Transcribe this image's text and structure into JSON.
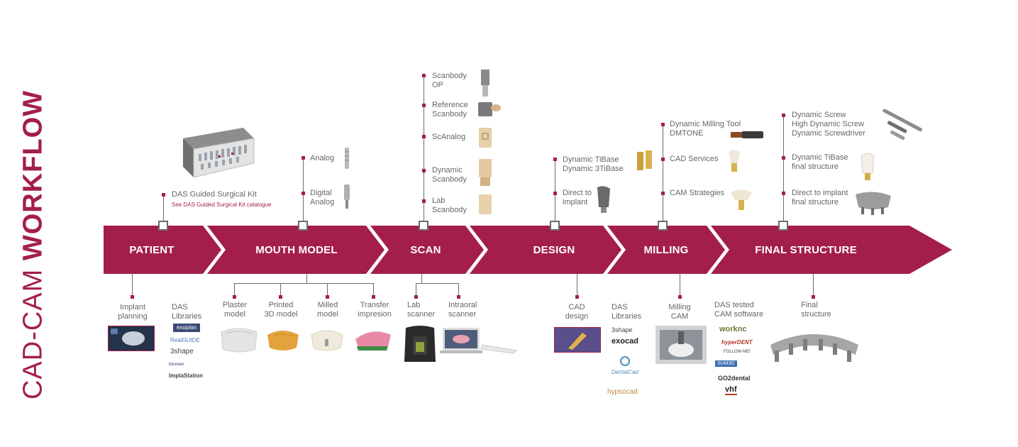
{
  "title": {
    "light": "CAD-CAM",
    "bold": "WORKFLOW"
  },
  "colors": {
    "accent": "#a31f4a",
    "line": "#6b6b6b",
    "text": "#666666"
  },
  "stages": {
    "patient": "PATIENT",
    "mouth_model": "MOUTH MODEL",
    "scan": "SCAN",
    "design": "DESIGN",
    "milling": "MILLING",
    "final_structure": "FINAL STRUCTURE"
  },
  "top": {
    "patient": {
      "label": "DAS Guided Surgical Kit",
      "sub": "See DAS Guided Surgical Kit catalogue",
      "image": "surgical-kit"
    },
    "mouth_model": [
      {
        "label": "Analog",
        "image": "analog-icon"
      },
      {
        "label": "Digital\nAnalog",
        "image": "digital-analog-icon"
      }
    ],
    "scan": [
      {
        "label": "Scanbody\nOP",
        "image": "scanbody-op-icon"
      },
      {
        "label": "Reference\nScanbody",
        "image": "reference-scanbody-icon"
      },
      {
        "label": "ScAnalog",
        "image": "scanalog-icon"
      },
      {
        "label": "Dynamic\nScanbody",
        "image": "dynamic-scanbody-icon"
      },
      {
        "label": "Lab\nScanbody",
        "image": "lab-scanbody-icon"
      }
    ],
    "design": [
      {
        "label": "Dynamic TiBase\nDynamic 3TiBase",
        "image": "tibase-icon"
      },
      {
        "label": "Direct to\nimplant",
        "image": "direct-implant-icon"
      }
    ],
    "milling": [
      {
        "label": "Dynamic Milling Tool\nDMTONE",
        "image": "milling-tool-icon"
      },
      {
        "label": "CAD Services",
        "image": "cad-services-icon"
      },
      {
        "label": "CAM Strategies",
        "image": "cam-strategies-icon"
      }
    ],
    "final_structure": [
      {
        "label": "Dynamic Screw\nHigh Dynamic Screw\nDynamic Screwdriver",
        "image": "screw-icon"
      },
      {
        "label": "Dynamic TiBase\nfinal structure",
        "image": "tibase-final-icon"
      },
      {
        "label": "Direct to implant\nfinal structure",
        "image": "direct-final-icon"
      }
    ]
  },
  "bottom": {
    "patient": [
      {
        "label": "Implant\nplanning",
        "image": "planning-screen"
      },
      {
        "label": "DAS\nLibraries",
        "logos": [
          "exoplan",
          "RealGUIDE",
          "3shape",
          "bioneer",
          "ImplaStation"
        ]
      }
    ],
    "mouth_model": [
      {
        "label": "Plaster\nmodel"
      },
      {
        "label": "Printed\n3D model"
      },
      {
        "label": "Milled\nmodel"
      },
      {
        "label": "Transfer\nimpresion"
      }
    ],
    "scan": [
      {
        "label": "Lab\nscanner"
      },
      {
        "label": "Intraoral\nscanner"
      }
    ],
    "design": [
      {
        "label": "CAD\ndesign"
      },
      {
        "label": "DAS\nLibraries",
        "logos": [
          "3shape",
          "exocad",
          "DentalCad",
          "hypsocad"
        ]
      }
    ],
    "milling": [
      {
        "label": "Milling\nCAM"
      },
      {
        "label": "DAS tested\nCAM software",
        "logos": [
          "worknc",
          "hyperDENT",
          "FOLLOW-ME!",
          "SUM3D",
          "GO2dental",
          "vhf"
        ]
      }
    ],
    "final_structure": [
      {
        "label": "Final\nstructure"
      }
    ]
  }
}
